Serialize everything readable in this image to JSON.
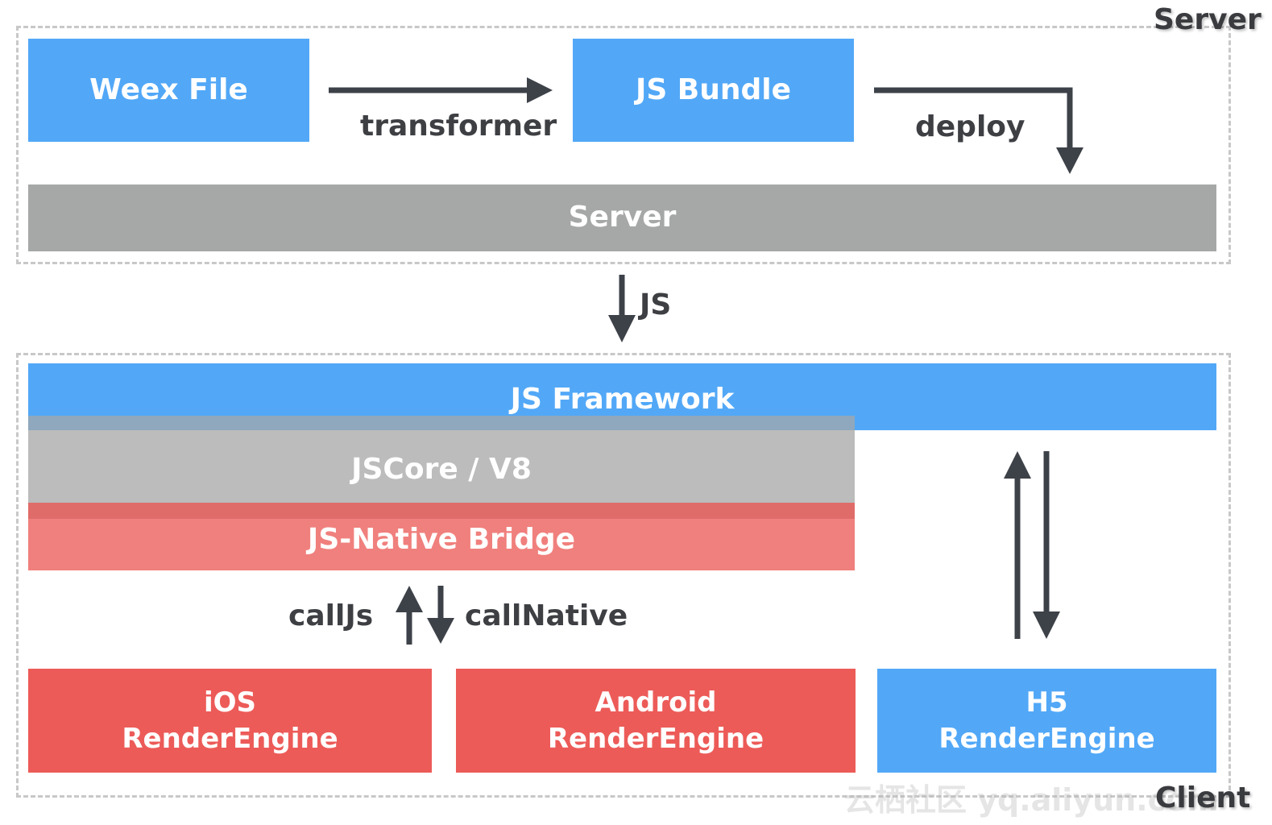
{
  "server_zone": {
    "label": "Server",
    "weex_file": "Weex File",
    "js_bundle": "JS Bundle",
    "server_bar": "Server",
    "transformer": "transformer",
    "deploy": "deploy"
  },
  "transfer": {
    "js_label": "JS"
  },
  "client_zone": {
    "label": "Client",
    "js_framework": "JS Framework",
    "jscore": "JSCore / V8",
    "bridge": "JS-Native Bridge",
    "call_js": "callJs",
    "call_native": "callNative",
    "ios_line1": "iOS",
    "ios_line2": "RenderEngine",
    "android_line1": "Android",
    "android_line2": "RenderEngine",
    "h5_line1": "H5",
    "h5_line2": "RenderEngine"
  },
  "watermark": "云栖社区 yq.aliyun.com",
  "colors": {
    "blue": "#52a8f7",
    "server_gray": "#a5a8a7",
    "jscore_gray": "#bbbcbb",
    "red": "#ec5b58",
    "bridge_pink": "#f0807d",
    "arrow": "#3d4148",
    "dashed_border": "#c8c8c8"
  }
}
